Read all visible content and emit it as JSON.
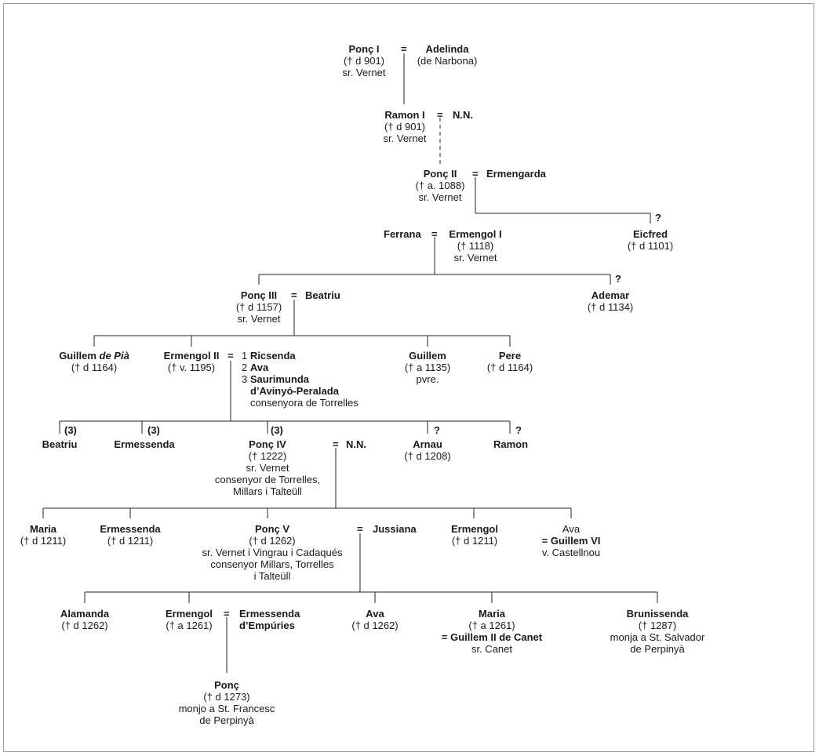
{
  "marriage_symbol": "=",
  "unknown_marker": "?",
  "people": {
    "ponc1": {
      "name": "Ponç I",
      "lines": [
        "(† d 901)",
        "sr. Vernet"
      ]
    },
    "adelinda": {
      "name": "Adelinda",
      "lines": [
        "(de Narbona)"
      ]
    },
    "ramon1": {
      "name": "Ramon I",
      "lines": [
        "(† d 901)",
        "sr. Vernet"
      ]
    },
    "nn1": {
      "name": "N.N."
    },
    "ponc2": {
      "name": "Ponç II",
      "lines": [
        "(† a. 1088)",
        "sr. Vernet"
      ]
    },
    "ermengarda": {
      "name": "Ermengarda"
    },
    "ferrana": {
      "name": "Ferrana"
    },
    "ermengol1": {
      "name": "Ermengol I",
      "lines": [
        "(† 1118)",
        "sr. Vernet"
      ]
    },
    "eicfred": {
      "name": "Eicfred",
      "lines": [
        "(† d 1101)"
      ]
    },
    "ponc3": {
      "name": "Ponç III",
      "lines": [
        "(† d 1157)",
        "sr. Vernet"
      ]
    },
    "beatriu1": {
      "name": "Beatriu"
    },
    "ademar": {
      "name": "Ademar",
      "lines": [
        "(† d 1134)"
      ]
    },
    "guillem_pia": {
      "name": "Guillem",
      "name_italic": "de Pià",
      "lines": [
        "(† d 1164)"
      ]
    },
    "ermengol2": {
      "name": "Ermengol II",
      "lines": [
        "(† v. 1195)"
      ]
    },
    "ermengol2_spouses": {
      "s1_num": "1",
      "s1": "Ricsenda",
      "s2_num": "2",
      "s2": "Ava",
      "s3_num": "3",
      "s3a": "Saurimunda",
      "s3b": "d’Avinyó-Peralada",
      "s3_note": "consenyora de Torrelles"
    },
    "guillem_pvre": {
      "name": "Guillem",
      "lines": [
        "(† a 1135)",
        "pvre."
      ]
    },
    "pere": {
      "name": "Pere",
      "lines": [
        "(† d 1164)"
      ]
    },
    "beatriu2": {
      "name": "Beatriu",
      "mother": "(3)"
    },
    "ermessenda1": {
      "name": "Ermessenda",
      "mother": "(3)"
    },
    "ponc4": {
      "name": "Ponç IV",
      "mother": "(3)",
      "lines": [
        "(† 1222)",
        "sr. Vernet",
        "consenyor de Torrelles,",
        "Millars i Talteüll"
      ]
    },
    "nn2": {
      "name": "N.N."
    },
    "arnau": {
      "name": "Arnau",
      "lines": [
        "(† d 1208)"
      ]
    },
    "ramon2": {
      "name": "Ramon"
    },
    "maria1": {
      "name": "Maria",
      "lines": [
        "(† d 1211)"
      ]
    },
    "ermessenda2": {
      "name": "Ermessenda",
      "lines": [
        "(† d 1211)"
      ]
    },
    "ponc5": {
      "name": "Ponç V",
      "lines": [
        "(† d 1262)",
        "sr. Vernet i Vingrau i Cadaqués",
        "consenyor Millars, Torrelles",
        "i Talteüll"
      ]
    },
    "jussiana": {
      "name": "Jussiana"
    },
    "ermengol3": {
      "name": "Ermengol",
      "lines": [
        "(† d 1211)"
      ]
    },
    "ava": {
      "name": "Ava",
      "spouse": "= Guillem VI",
      "lines": [
        "v. Castellnou"
      ]
    },
    "alamanda": {
      "name": "Alamanda",
      "lines": [
        "(† d 1262)"
      ]
    },
    "ermengol4": {
      "name": "Ermengol",
      "lines": [
        "(† a 1261)"
      ]
    },
    "ermessenda_emp": {
      "name": "Ermessenda",
      "name2": "d’Empúries"
    },
    "ava2": {
      "name": "Ava",
      "lines": [
        "(† d 1262)"
      ]
    },
    "maria2": {
      "name": "Maria",
      "lines": [
        "(† a 1261)"
      ],
      "spouse": "= Guillem II de Canet",
      "lines2": [
        "sr. Canet"
      ]
    },
    "brunissenda": {
      "name": "Brunissenda",
      "lines": [
        "(† 1287)",
        "monja a St. Salvador",
        "de Perpinyà"
      ]
    },
    "ponc6": {
      "name": "Ponç",
      "lines": [
        "(† d 1273)",
        "monjo a St. Francesc",
        "de Perpinyà"
      ]
    }
  }
}
